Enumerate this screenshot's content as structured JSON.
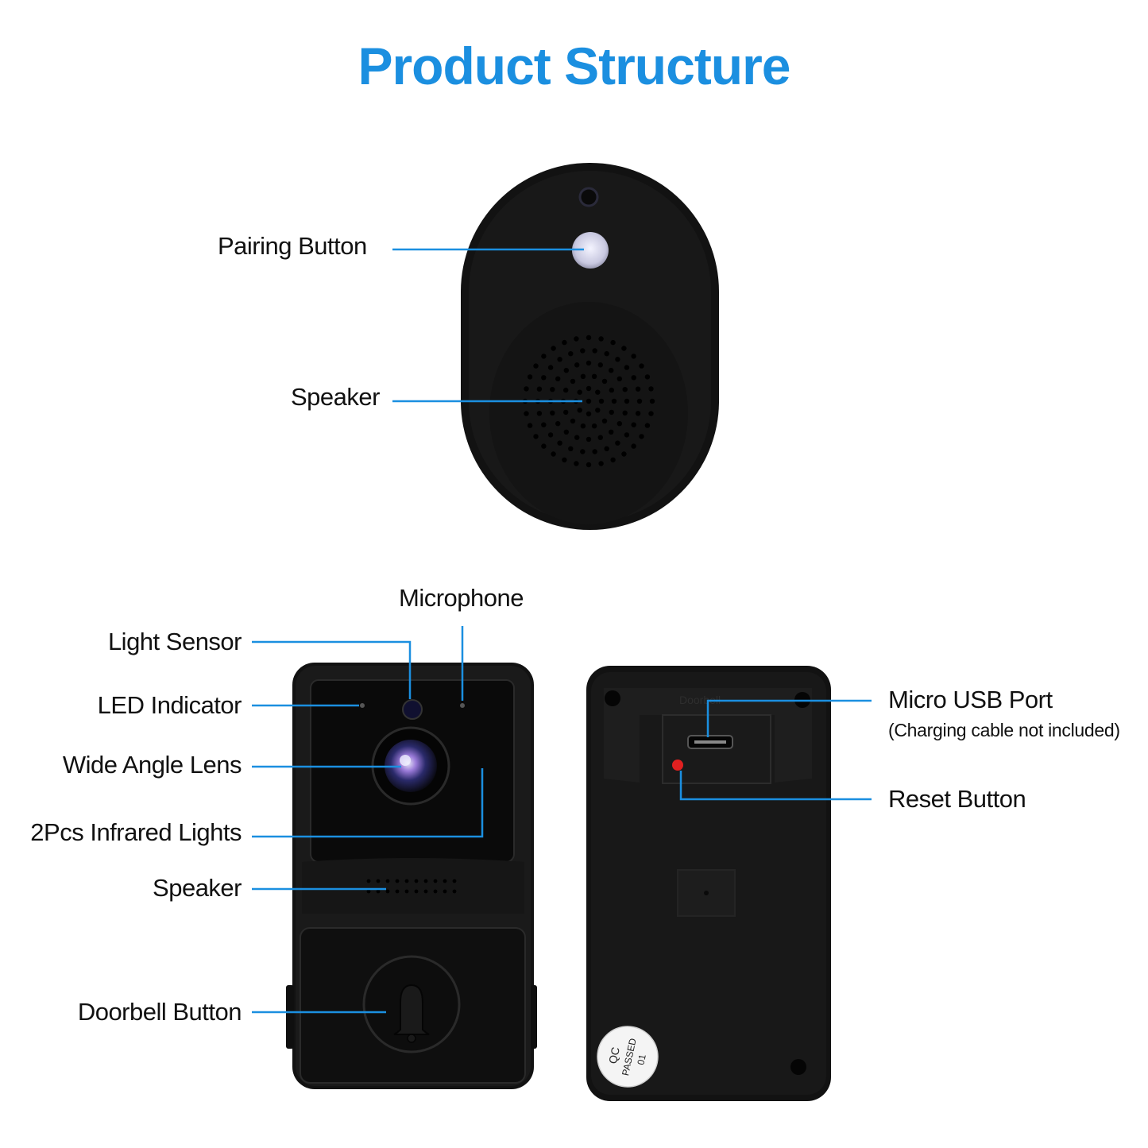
{
  "title": "Product Structure",
  "chime_labels": {
    "pairing_button": "Pairing Button",
    "speaker": "Speaker"
  },
  "front_labels": {
    "microphone": "Microphone",
    "light_sensor": "Light Sensor",
    "led_indicator": "LED Indicator",
    "wide_angle_lens": "Wide Angle Lens",
    "infrared_lights": "2Pcs Infrared Lights",
    "speaker": "Speaker",
    "doorbell_button": "Doorbell Button"
  },
  "back_labels": {
    "micro_usb_port": "Micro USB Port",
    "micro_usb_note": "(Charging cable not included)",
    "reset_button": "Reset Button"
  },
  "device_text": {
    "qc_sticker": [
      "QC",
      "PASSED",
      "01"
    ],
    "back_embossed": "Doorbell"
  },
  "colors": {
    "title": "#1b8fe0",
    "leader_line": "#1b8fe0",
    "device": "#111111",
    "reset_dot": "#e02020"
  }
}
